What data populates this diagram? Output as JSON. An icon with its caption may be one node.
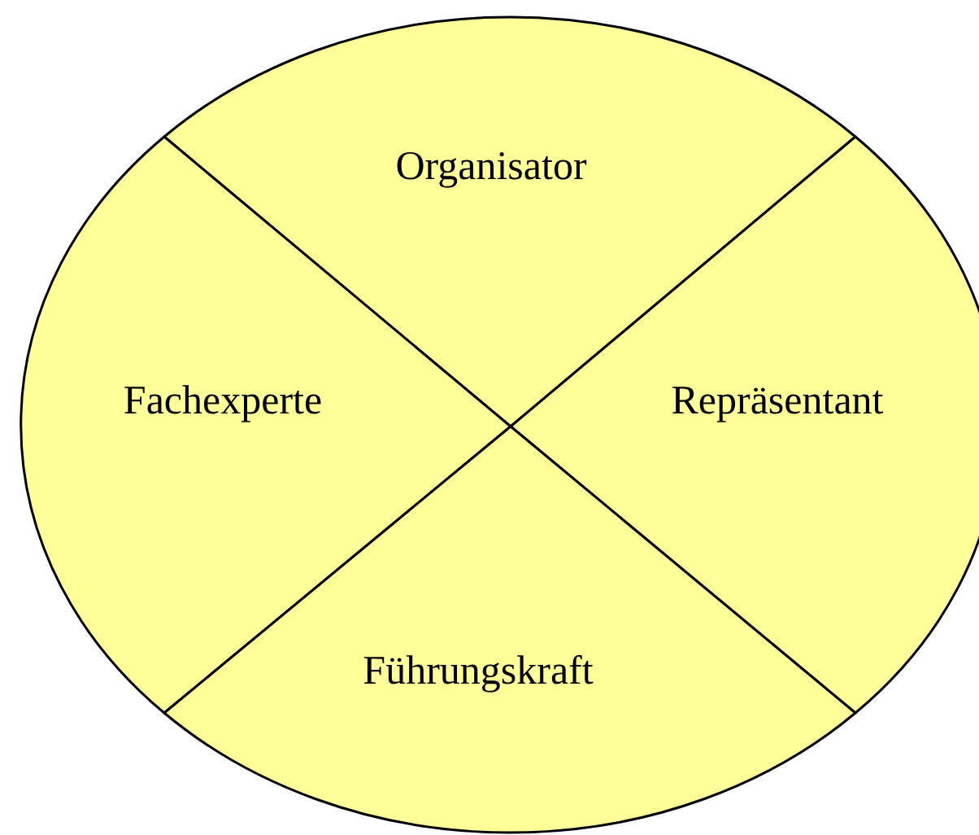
{
  "diagram": {
    "nodes": [
      {
        "text": [
          "Organisator"
        ]
      },
      {
        "text": [
          "Fachexperte"
        ]
      },
      {
        "text": [
          "Repräsentant"
        ]
      },
      {
        "text": [
          "Führungskraft"
        ]
      }
    ]
  }
}
